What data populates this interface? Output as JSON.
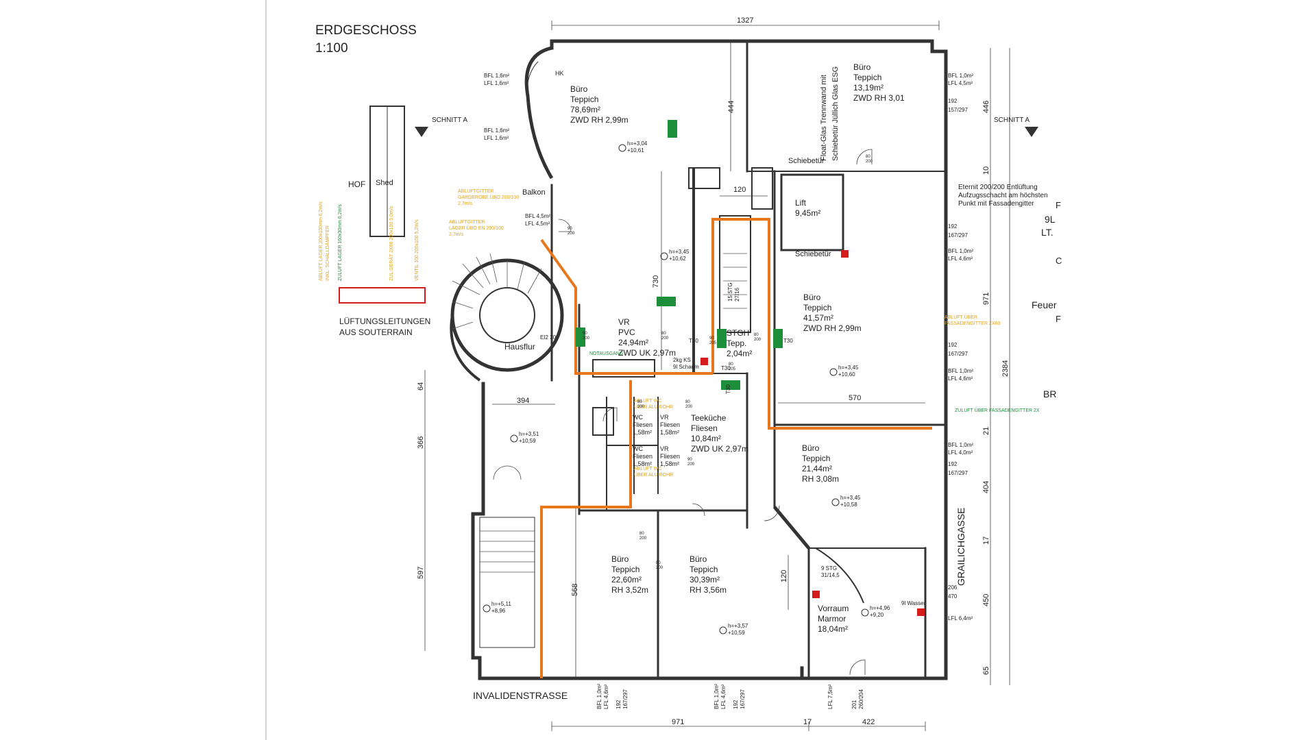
{
  "title": "ERDGESCHOSS",
  "scale": "1:100",
  "colors": {
    "wall": "#333333",
    "route": "#e8761a",
    "duct": "#d41c1c",
    "note": "#e0a21b",
    "exit": "#1d8f3a"
  },
  "section_labels": [
    "SCHNITT A",
    "SCHNITT A"
  ],
  "dimensions": {
    "top": "1327",
    "d444": "444",
    "d120a": "120",
    "d730": "730",
    "d394": "394",
    "d64": "64",
    "d366": "366",
    "d597": "597",
    "d568": "568",
    "d570": "570",
    "d2384": "2384",
    "d446": "446",
    "d10": "10",
    "d971v": "971",
    "d21": "21",
    "d404": "404",
    "d17v": "17",
    "d450": "450",
    "d65": "65",
    "d120b": "120",
    "bottom971": "971",
    "bottom17": "17",
    "bottom422": "422"
  },
  "rooms": [
    {
      "l1": "Büro",
      "l2": "Teppich",
      "l3": "78,69m²",
      "l4": "ZWD RH 2,99m"
    },
    {
      "l1": "Büro",
      "l2": "Teppich",
      "l3": "13,19m²",
      "l4": "ZWD RH 3,01"
    },
    {
      "l1": "Lift",
      "l2": "9,45m²"
    },
    {
      "l1": "Büro",
      "l2": "Teppich",
      "l3": "41,57m²",
      "l4": "ZWD RH 2,99m"
    },
    {
      "l1": "VR",
      "l2": "PVC",
      "l3": "24,94m²",
      "l4": "ZWD UK 2,97m"
    },
    {
      "l1": "STGH",
      "l2": "Tepp.",
      "l3": "2,04m²"
    },
    {
      "l1": "Hausflur"
    },
    {
      "l1": "Teeküche",
      "l2": "Fliesen",
      "l3": "10,84m²",
      "l4": "ZWD UK 2,97m"
    },
    {
      "l1": "Büro",
      "l2": "Teppich",
      "l3": "21,44m²",
      "l4": "RH 3,08m"
    },
    {
      "l1": "Büro",
      "l2": "Teppich",
      "l3": "22,60m²",
      "l4": "RH 3,52m"
    },
    {
      "l1": "Büro",
      "l2": "Teppich",
      "l3": "30,39m²",
      "l4": "RH 3,56m"
    },
    {
      "l1": "Vorraum",
      "l2": "Marmor",
      "l3": "18,04m²"
    },
    {
      "l1": "HOF"
    },
    {
      "l1": "Shed"
    },
    {
      "l1": "Balkon"
    }
  ],
  "small_rooms": [
    {
      "l1": "WC",
      "l2": "Fliesen",
      "l3": "1,58m²"
    },
    {
      "l1": "VR",
      "l2": "Fliesen",
      "l3": "1,58m²"
    },
    {
      "l1": "WC",
      "l2": "Fliesen",
      "l3": "1,58m²"
    },
    {
      "l1": "VR",
      "l2": "Fliesen",
      "l3": "1,58m²"
    }
  ],
  "labels": {
    "glass_wall1": "Float-Glas Trennwand mit",
    "glass_wall2": "Schiebetür Jüllich Glas ESG",
    "schiebetuer_top": "Schiebetür",
    "schiebetuer_lift": "Schiebetür",
    "lueftung1": "LÜFTUNGSLEITUNGEN",
    "lueftung2": "AUS SOUTERRAIN",
    "invalidenstrasse": "INVALIDENSTRASSE",
    "grailichgasse": "GRAILICHGASSE",
    "eternit1": "Eternit 200/200 Entlüftung",
    "eternit2": "Aufzugsschacht am höchsten",
    "eternit3": "Punkt mit Fassadengitter",
    "stg15": "15 STG",
    "stg15b": "27/16",
    "stg9": "9 STG",
    "stg9b": "31/14,5",
    "ks": "2kg KS",
    "schaum": "9l Schaum",
    "wasser": "9l Wasser",
    "notausgang": "NOTAUSGANG",
    "t30a": "T30",
    "t30b": "T30",
    "t30c": "T30",
    "t30d": "T30",
    "ei230": "EI2 30",
    "hk": "HK",
    "edge_f": "F",
    "edge_9l": "9L",
    "edge_lt": "LT.",
    "edge_c": "C",
    "edge_feuer": "Feuer",
    "edge_f2": "F",
    "edge_br": "BR"
  },
  "levels": [
    {
      "a": "h=+3,04",
      "b": "+10,61"
    },
    {
      "a": "h=+3,45",
      "b": "+10,62"
    },
    {
      "a": "h=+3,45",
      "b": "+10,60"
    },
    {
      "a": "h=+3,51",
      "b": "+10,59"
    },
    {
      "a": "h=+3,45",
      "b": "+10,58"
    },
    {
      "a": "h=+5,11",
      "b": "+8,96"
    },
    {
      "a": "h=+3,57",
      "b": "+10,59"
    },
    {
      "a": "h=+4,96",
      "b": "+9,20"
    }
  ],
  "window_notes": [
    {
      "a": "BFL 1,6m²",
      "b": "LFL 1,6m²"
    },
    {
      "a": "BFL 1,6m²",
      "b": "LFL 1,6m²"
    },
    {
      "a": "BFL 4,5m²",
      "b": "LFL 4,5m²"
    },
    {
      "a": "BFL 1,0m²",
      "b": "LFL 4,5m²"
    },
    {
      "a": "BFL 1,0m²",
      "b": "LFL 4,6m²"
    },
    {
      "a": "BFL 1,0m²",
      "b": "LFL 4,6m²"
    },
    {
      "a": "BFL 1,0m²",
      "b": "LFL 4,0m²"
    },
    {
      "a": "LFL 6,4m²",
      "b": ""
    }
  ],
  "window_sizes": [
    {
      "a": "192",
      "b": "157/297"
    },
    {
      "a": "192",
      "b": "167/297"
    },
    {
      "a": "192",
      "b": "167/297"
    },
    {
      "a": "192",
      "b": "167/297"
    },
    {
      "a": "206",
      "b": "470"
    }
  ],
  "bottom_windows": [
    {
      "a": "BFL 1,0m²",
      "b": "LFL 4,6m²",
      "c": "192",
      "d": "167/297"
    },
    {
      "a": "BFL 1,0m²",
      "b": "LFL 4,6m²",
      "c": "192",
      "d": "167/297"
    },
    {
      "a": "LFL 7,5m²",
      "b": "",
      "c": "201",
      "d": "260/204"
    }
  ],
  "yellow_notes": {
    "ablufta1": "ABLUFTGITTER",
    "ablufta2": "GARDEROBE ÜBO 200/100",
    "ablufta3": "2,7m/s",
    "abluftb1": "ABLUFTGITTER",
    "abluftb2": "LAGER ÜBO EN 200/100",
    "abluftb3": "2,7m/s",
    "abluftc1": "ABLUFT ÜBER",
    "abluftc2": "FASSADENGITTER 2X60",
    "zuluft": "ZULUFT ÜBER FASSADENGITTER 2X",
    "v1": "ABLUFT LAGER 200x100mm 6,2m/s",
    "v2": "INKL. SCHALLDÄMPFER",
    "v3": "ZULUFT LAGER 160x30mm 6,2m/s",
    "v4": "ZUL.GERÄT 2X68 200x100 5,0m/s",
    "v5": "VENTIL 100 200x100 5,2m/s",
    "wcnote1": "ABLUFT WC",
    "wcnote2": "ÜBER ALU ROHR",
    "wcnote3": "ABLUFT WC",
    "wcnote4": "ÜBER ALU ROHR"
  },
  "door_tags": [
    "90",
    "200",
    "80",
    "200",
    "80",
    "200",
    "80",
    "200",
    "90",
    "200",
    "80",
    "200",
    "80",
    "200",
    "90",
    "200",
    "90",
    "205",
    "80",
    "200",
    "80",
    "205",
    "80",
    "200"
  ]
}
